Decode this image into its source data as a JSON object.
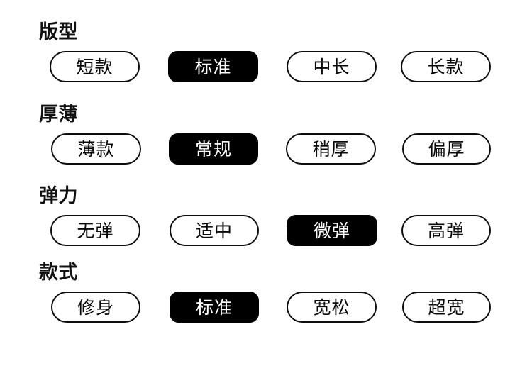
{
  "screen": {
    "background": "#ffffff",
    "selected_bg": "#000000",
    "selected_fg": "#ffffff",
    "unselected_bg": "#ffffff",
    "unselected_fg": "#0a0a0a",
    "border_color": "#0d0d0d"
  },
  "groups": [
    {
      "label": "版型",
      "options": [
        {
          "label": "短款",
          "selected": false
        },
        {
          "label": "标准",
          "selected": true
        },
        {
          "label": "中长",
          "selected": false
        },
        {
          "label": "长款",
          "selected": false
        }
      ],
      "selected_value": "标准"
    },
    {
      "label": "厚薄",
      "options": [
        {
          "label": "薄款",
          "selected": false
        },
        {
          "label": "常规",
          "selected": true
        },
        {
          "label": "稍厚",
          "selected": false
        },
        {
          "label": "偏厚",
          "selected": false
        }
      ],
      "selected_value": "常规"
    },
    {
      "label": "弹力",
      "options": [
        {
          "label": "无弹",
          "selected": false
        },
        {
          "label": "适中",
          "selected": false
        },
        {
          "label": "微弹",
          "selected": true
        },
        {
          "label": "高弹",
          "selected": false
        }
      ],
      "selected_value": "微弹"
    },
    {
      "label": "款式",
      "options": [
        {
          "label": "修身",
          "selected": false
        },
        {
          "label": "标准",
          "selected": true
        },
        {
          "label": "宽松",
          "selected": false
        },
        {
          "label": "超宽",
          "selected": false
        }
      ],
      "selected_value": "标准"
    }
  ]
}
